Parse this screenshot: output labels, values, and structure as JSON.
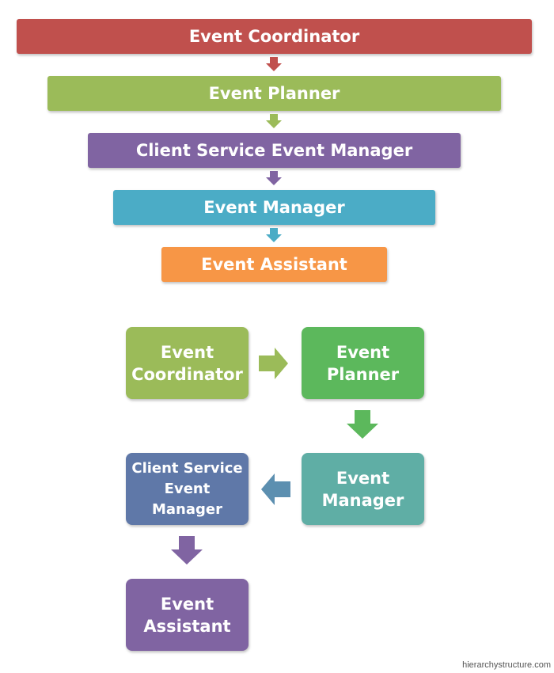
{
  "top_chain": {
    "items": [
      {
        "label": "Event Coordinator",
        "color": "#c0504d"
      },
      {
        "label": "Event Planner",
        "color": "#9bbb59"
      },
      {
        "label": "Client Service Event Manager",
        "color": "#8064a2"
      },
      {
        "label": "Event Manager",
        "color": "#4bacc6"
      },
      {
        "label": "Event Assistant",
        "color": "#f79646"
      }
    ]
  },
  "bottom_flow": {
    "boxes": [
      {
        "line1": "Event",
        "line2": "Coordinator",
        "color": "#9bbb59"
      },
      {
        "line1": "Event",
        "line2": "Planner",
        "color": "#5cb85c"
      },
      {
        "line1": "Event",
        "line2": "Manager",
        "color": "#5faea5"
      },
      {
        "line1": "Client Service",
        "line2": "Event",
        "line3": "Manager",
        "color": "#5f78a8"
      },
      {
        "line1": "Event",
        "line2": "Assistant",
        "color": "#8064a2"
      }
    ],
    "arrow_colors": [
      "#9bbb59",
      "#5cb85c",
      "#5c8fb0",
      "#8064a2"
    ]
  },
  "watermark": "hierarchystructure.com"
}
